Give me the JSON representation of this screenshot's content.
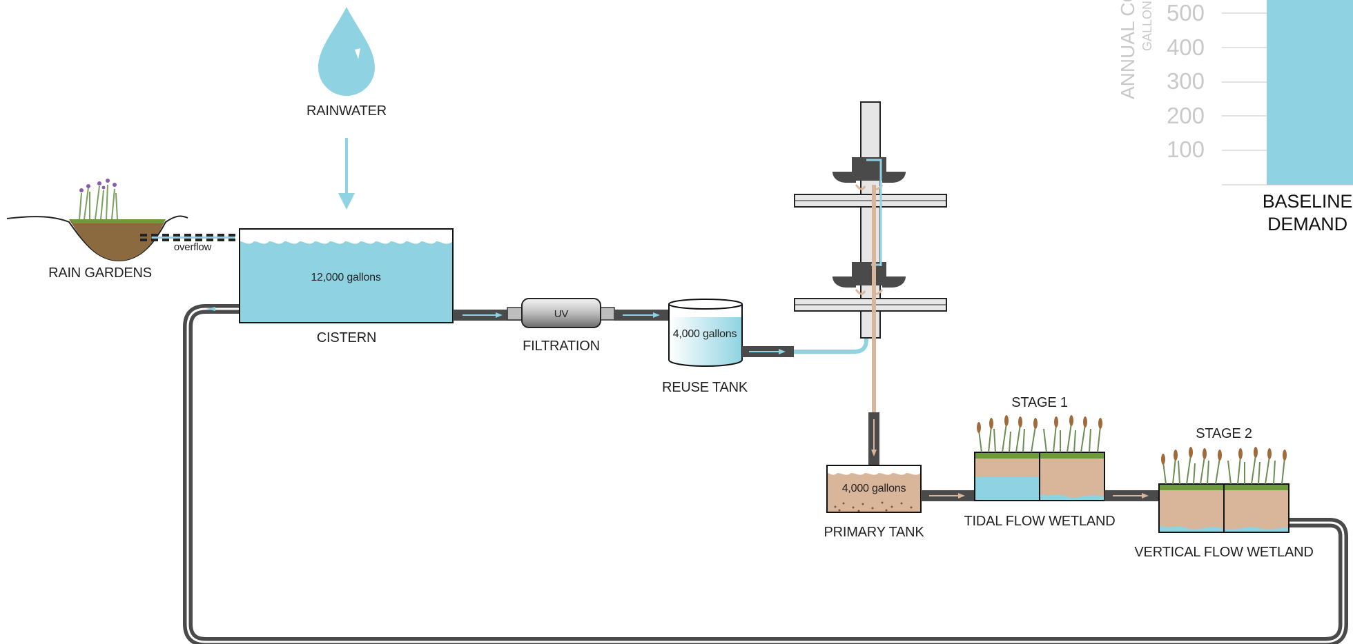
{
  "labels": {
    "rainwater": "RAINWATER",
    "rain_gardens": "RAIN GARDENS",
    "overflow": "overflow",
    "cistern": "CISTERN",
    "cistern_capacity": "12,000 gallons",
    "uv": "UV",
    "filtration": "FILTRATION",
    "reuse_tank": "REUSE TANK",
    "reuse_capacity": "4,000 gallons",
    "primary_tank": "PRIMARY TANK",
    "primary_capacity": "4,000 gallons",
    "stage1": "STAGE 1",
    "tidal_flow_wetland": "TIDAL FLOW WETLAND",
    "stage2": "STAGE 2",
    "vertical_flow_wetland": "VERTICAL FLOW WETLAND"
  },
  "chart": {
    "y_label_line1": "ANNUAL CON",
    "y_label_line2": "GALLON",
    "ticks": [
      "500",
      "400",
      "300",
      "200",
      "100"
    ],
    "bar_label_line1": "BASELINE",
    "bar_label_line2": "DEMAND"
  },
  "colors": {
    "water": "#8fd3e2",
    "pipe": "#4a4a4a",
    "wastewater": "#d9b59a",
    "soil": "#8a6a3e",
    "grass": "#6f9a3a",
    "axis_text": "#c9c9c9"
  }
}
